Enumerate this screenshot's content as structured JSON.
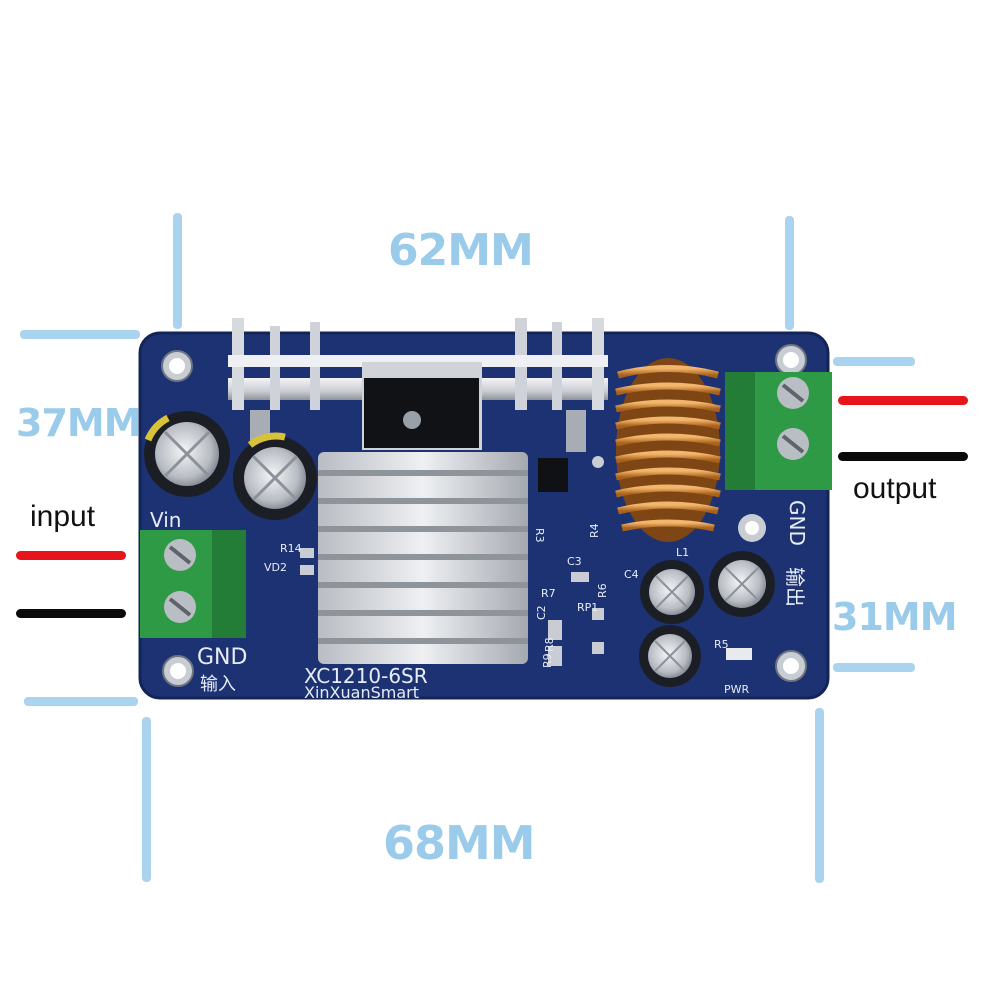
{
  "dimensions": {
    "top_width": "62MM",
    "bottom_width": "68MM",
    "left_height": "37MM",
    "right_height": "31MM"
  },
  "wires": {
    "input_label": "input",
    "output_label": "output",
    "positive_color": "#e8141c",
    "negative_color": "#0a0a0a"
  },
  "board": {
    "pcb_color": "#1d3272",
    "terminal_color": "#2e9a45",
    "model_text": "XC1210-6SR",
    "brand_text": "XinXuanSmart",
    "vin_label": "Vin",
    "gnd_input_label": "GND",
    "input_cn_label": "输入",
    "gnd_output_label": "GND",
    "output_cn_label": "输出",
    "pwr_label": "PWR",
    "components": {
      "r14": "R14",
      "vd2": "VD2",
      "r3": "R3",
      "r4": "R4",
      "c3": "C3",
      "r6": "R6",
      "r7": "R7",
      "c4": "C4",
      "c2": "C2",
      "rp1": "RP1",
      "r8": "R8",
      "r9": "R9",
      "r5": "R5",
      "l1": "L1"
    }
  }
}
